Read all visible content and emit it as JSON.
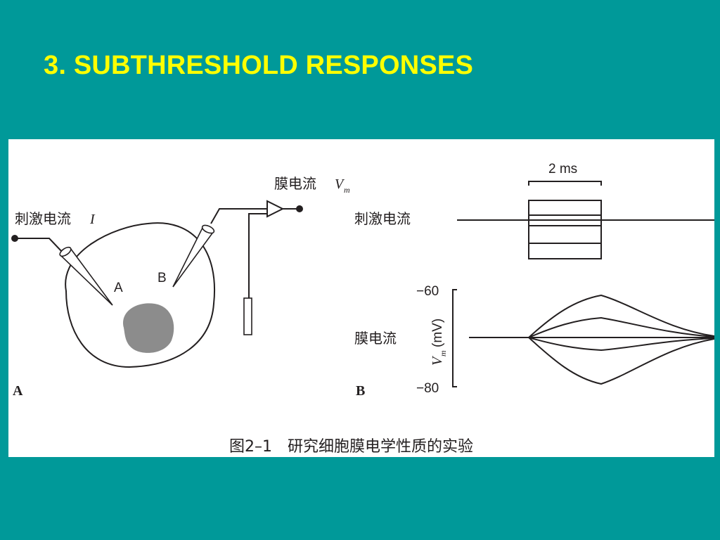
{
  "slide": {
    "title": "3. SUBTHRESHOLD RESPONSES",
    "background_color": "#009999",
    "title_color": "#ffff00"
  },
  "figure": {
    "panel_a": {
      "letter": "A",
      "stim_label": "刺激电流",
      "stim_symbol": "I",
      "record_label": "膜电流",
      "record_symbol": "V",
      "record_subscript": "m",
      "electrode_a": "A",
      "electrode_b": "B"
    },
    "panel_b": {
      "letter": "B",
      "duration_label": "2 ms",
      "stim_row_label": "刺激电流",
      "vm_row_label": "膜电流",
      "axis_label_symbol": "V",
      "axis_label_subscript": "m",
      "axis_label_unit": "(mV)",
      "tick_top": "−60",
      "tick_bottom": "−80"
    },
    "caption": "图2–1　研究细胞膜电学性质的实验"
  }
}
